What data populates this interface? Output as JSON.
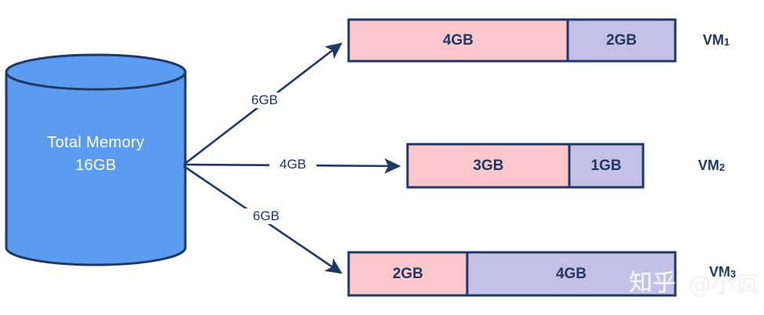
{
  "diagram": {
    "title_text": "",
    "source": {
      "name": "total-memory-cylinder",
      "label_line1": "Total Memory",
      "label_line2": "16GB",
      "fill_color": "#5b9bf0",
      "stroke_color": "#1f3864"
    },
    "flows": [
      {
        "label": "6GB",
        "target": "VM1"
      },
      {
        "label": "4GB",
        "target": "VM2"
      },
      {
        "label": "6GB",
        "target": "VM3"
      }
    ],
    "vms": [
      {
        "name": "VM1",
        "base": "VM",
        "index": "1",
        "segments": [
          {
            "label": "4GB",
            "color": "#fcc8cc",
            "kind": "used"
          },
          {
            "label": "2GB",
            "color": "#c5c0e8",
            "kind": "free"
          }
        ]
      },
      {
        "name": "VM2",
        "base": "VM",
        "index": "2",
        "segments": [
          {
            "label": "3GB",
            "color": "#fcc8cc",
            "kind": "used"
          },
          {
            "label": "1GB",
            "color": "#c5c0e8",
            "kind": "free"
          }
        ]
      },
      {
        "name": "VM3",
        "base": "VM",
        "index": "3",
        "segments": [
          {
            "label": "2GB",
            "color": "#fcc8cc",
            "kind": "used"
          },
          {
            "label": "4GB",
            "color": "#c5c0e8",
            "kind": "free"
          }
        ]
      }
    ],
    "colors": {
      "stroke": "#1f3864",
      "pink": "#fcc8cc",
      "purple": "#c5c0e8",
      "blue": "#5b9bf0",
      "text": "#1f3864",
      "background": "#ffffff"
    }
  },
  "watermark": {
    "logo_text": "知乎",
    "handle_text": "@小疯"
  }
}
